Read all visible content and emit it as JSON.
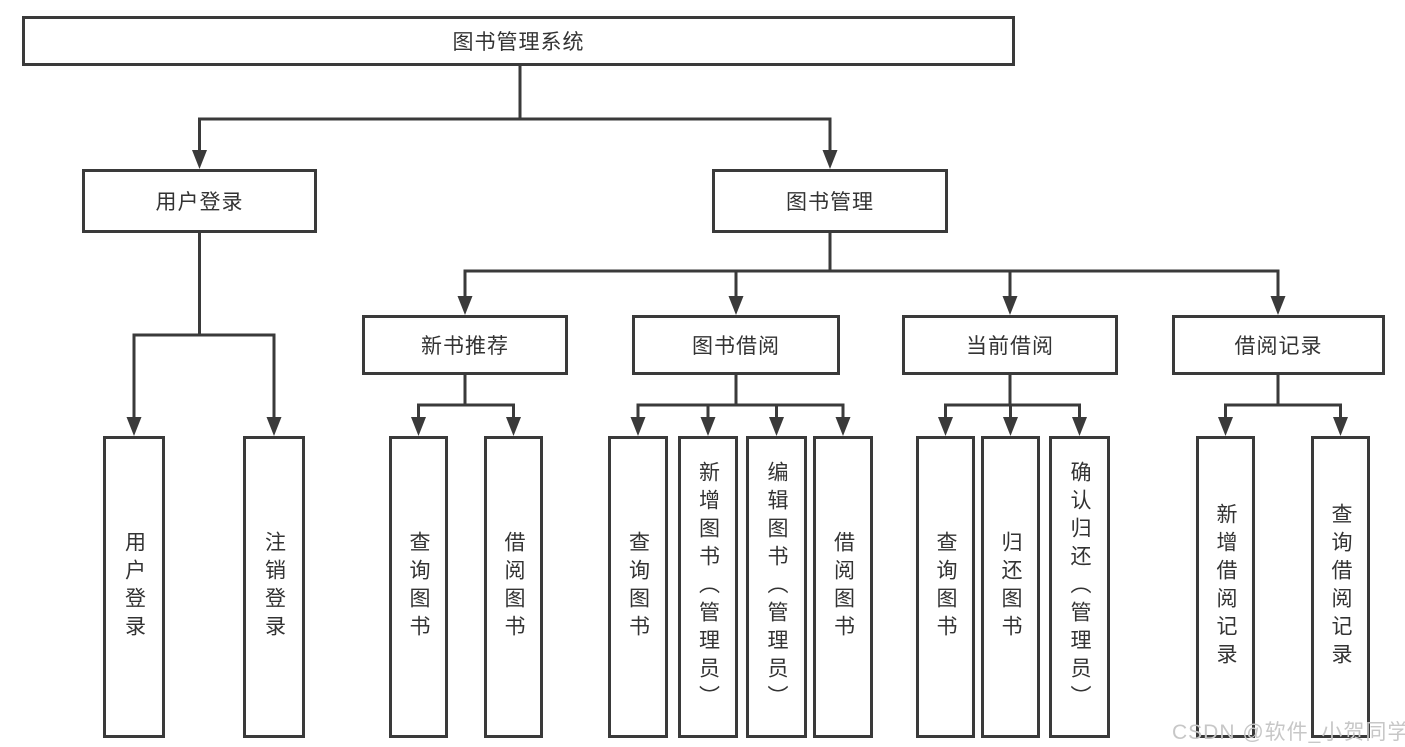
{
  "diagram": {
    "root": "图书管理系统",
    "branches": [
      {
        "label": "用户登录",
        "children": [
          "用户登录",
          "注销登录"
        ]
      },
      {
        "label": "图书管理",
        "modules": [
          {
            "label": "新书推荐",
            "children": [
              "查询图书",
              "借阅图书"
            ]
          },
          {
            "label": "图书借阅",
            "children": [
              "查询图书",
              "新增图书（管理员）",
              "编辑图书（管理员）",
              "借阅图书"
            ]
          },
          {
            "label": "当前借阅",
            "children": [
              "查询图书",
              "归还图书",
              "确认归还（管理员）"
            ]
          },
          {
            "label": "借阅记录",
            "children": [
              "新增借阅记录",
              "查询借阅记录"
            ]
          }
        ]
      }
    ],
    "colors": {
      "line": "#3a3a3a",
      "box_border": "#3a3a3a",
      "text": "#333333",
      "background": "#ffffff",
      "watermark": "#c7c7c7"
    }
  },
  "watermark": "CSDN @软件_小贺同学"
}
